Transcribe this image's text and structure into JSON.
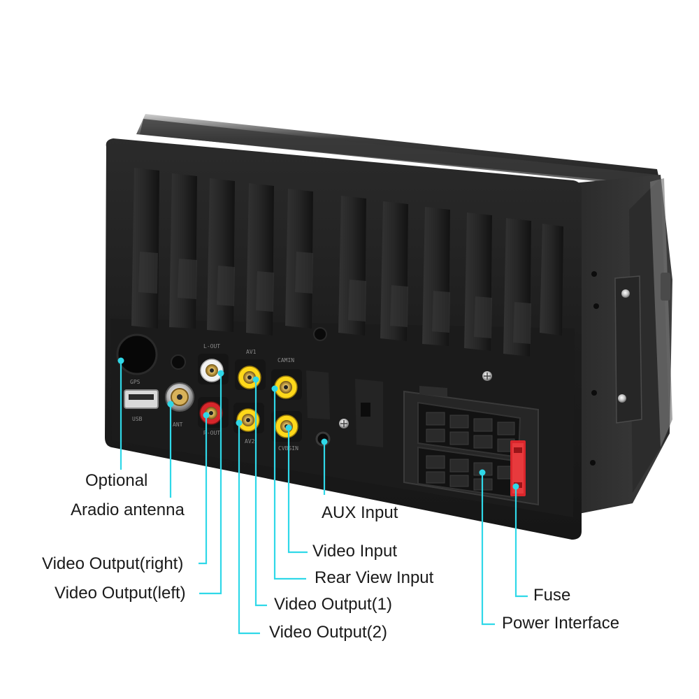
{
  "callouts": {
    "optional": "Optional",
    "radio_antenna": "Aradio antenna",
    "video_output_right": "Video Output(right)",
    "video_output_left": "Video Output(left)",
    "video_output_1": "Video Output(1)",
    "video_output_2": "Video Output(2)",
    "video_input": "Video Input",
    "rear_view_input": "Rear View Input",
    "aux_input": "AUX Input",
    "fuse": "Fuse",
    "power_interface": "Power Interface"
  },
  "panel_text": {
    "gps": "GPS",
    "usb": "USB",
    "ant": "ANT",
    "l_out": "L-OUT",
    "r_out": "R-OUT",
    "av1": "AV1",
    "av2": "AV2",
    "cam_in": "CAMIN",
    "cvbs_in": "CVBSIN"
  },
  "colors": {
    "leader_line": "#2fd8e8",
    "unit_body": "#1f1f1f",
    "rca_white": "#f2f2f2",
    "rca_red": "#d8262b",
    "rca_yellow": "#ffd81a",
    "fuse": "#d9262c"
  }
}
